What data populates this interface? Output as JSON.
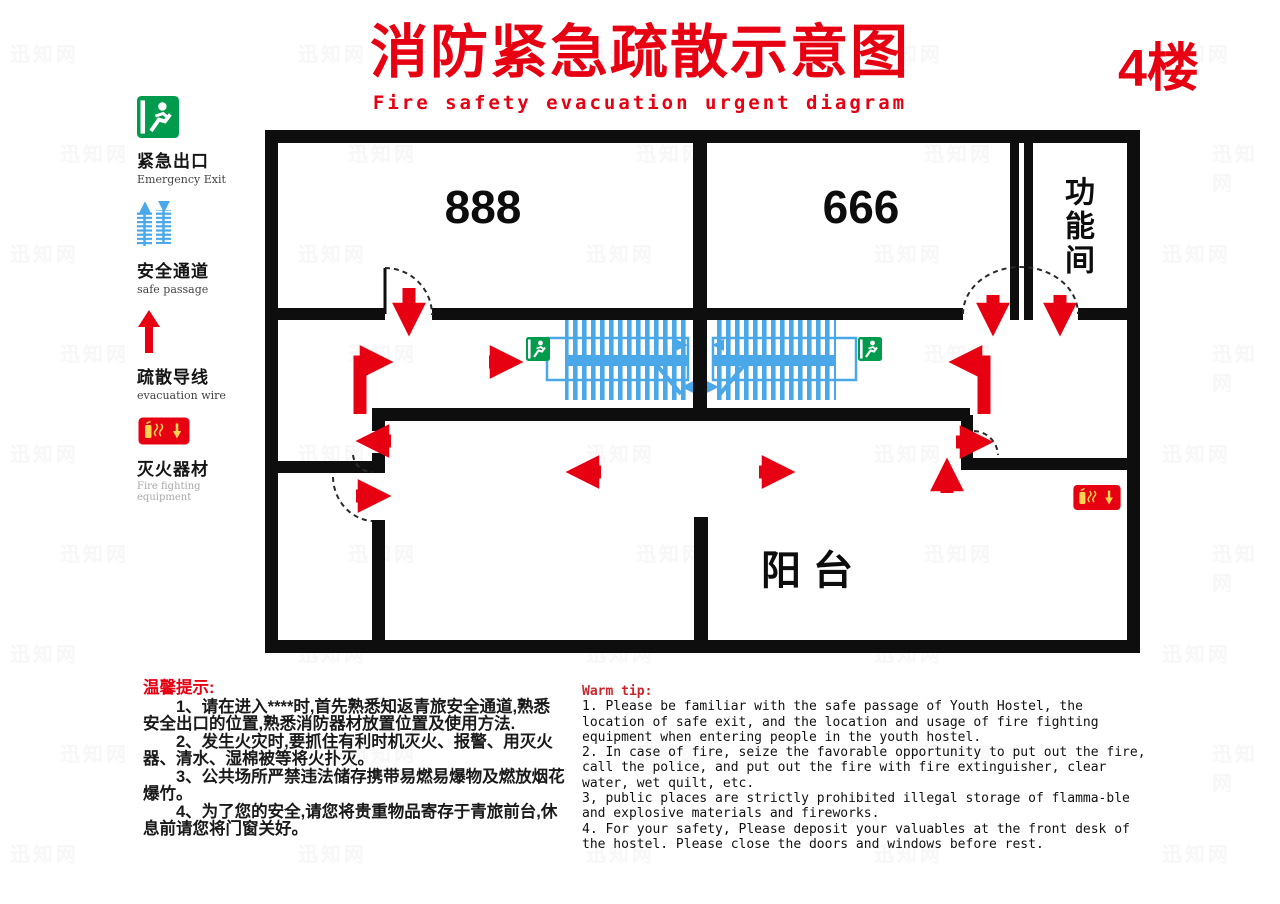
{
  "header": {
    "title": "消防紧急疏散示意图",
    "subtitle": "Fire safety evacuation urgent diagram",
    "floor_label": "4楼"
  },
  "legend": {
    "items": [
      {
        "icon": "emergency-exit-icon",
        "label_cn": "紧急出口",
        "label_en": "Emergency Exit"
      },
      {
        "icon": "safe-passage-stairs-icon",
        "label_cn": "安全通道",
        "label_en": "safe passage"
      },
      {
        "icon": "evacuation-arrow-icon",
        "label_cn": "疏散导线",
        "label_en": "evacuation wire"
      },
      {
        "icon": "fire-extinguisher-icon",
        "label_cn": "灭火器材",
        "label_en": "Fire fighting equipment"
      }
    ]
  },
  "floorplan": {
    "rooms": [
      {
        "name": "room-888",
        "label": "888"
      },
      {
        "name": "room-666",
        "label": "666"
      },
      {
        "name": "function-room",
        "label": "功能间"
      },
      {
        "name": "balcony",
        "label": "阳台"
      }
    ]
  },
  "tips_cn": {
    "title": "温馨提示:",
    "items": [
      "1、请在进入****时,首先熟悉知返青旅安全通道,熟悉安全出口的位置,熟悉消防器材放置位置及使用方法.",
      "2、发生火灾时,要抓住有利时机灭火、报警、用灭火器、清水、湿棉被等将火扑灭。",
      "3、公共场所严禁违法储存携带易燃易爆物及燃放烟花爆竹。",
      "4、为了您的安全,请您将贵重物品寄存于青旅前台,休息前请您将门窗关好。"
    ]
  },
  "tips_en": {
    "title": "Warm tip:",
    "items": [
      "1. Please be familiar with the safe passage of Youth Hostel, the location of safe exit, and the location and usage of fire fighting equipment when entering people in the youth hostel.",
      "2. In case of fire, seize the favorable opportunity to put out the fire, call the police, and put out the fire with fire extinguisher, clear water, wet quilt, etc.",
      "3, public places are strictly prohibited illegal storage of flamma-ble and explosive materials and fireworks.",
      "4. For your safety, Please deposit your valuables at the front desk of the hostel. Please close the doors and windows before rest."
    ]
  },
  "watermark": {
    "text": "迅知网"
  },
  "colors": {
    "accent_red": "#e60012",
    "exit_green": "#009b4c",
    "stair_blue": "#4aa7e8",
    "wall_black": "#0e0e0e",
    "extinguisher_yellow": "#ffd34d"
  }
}
